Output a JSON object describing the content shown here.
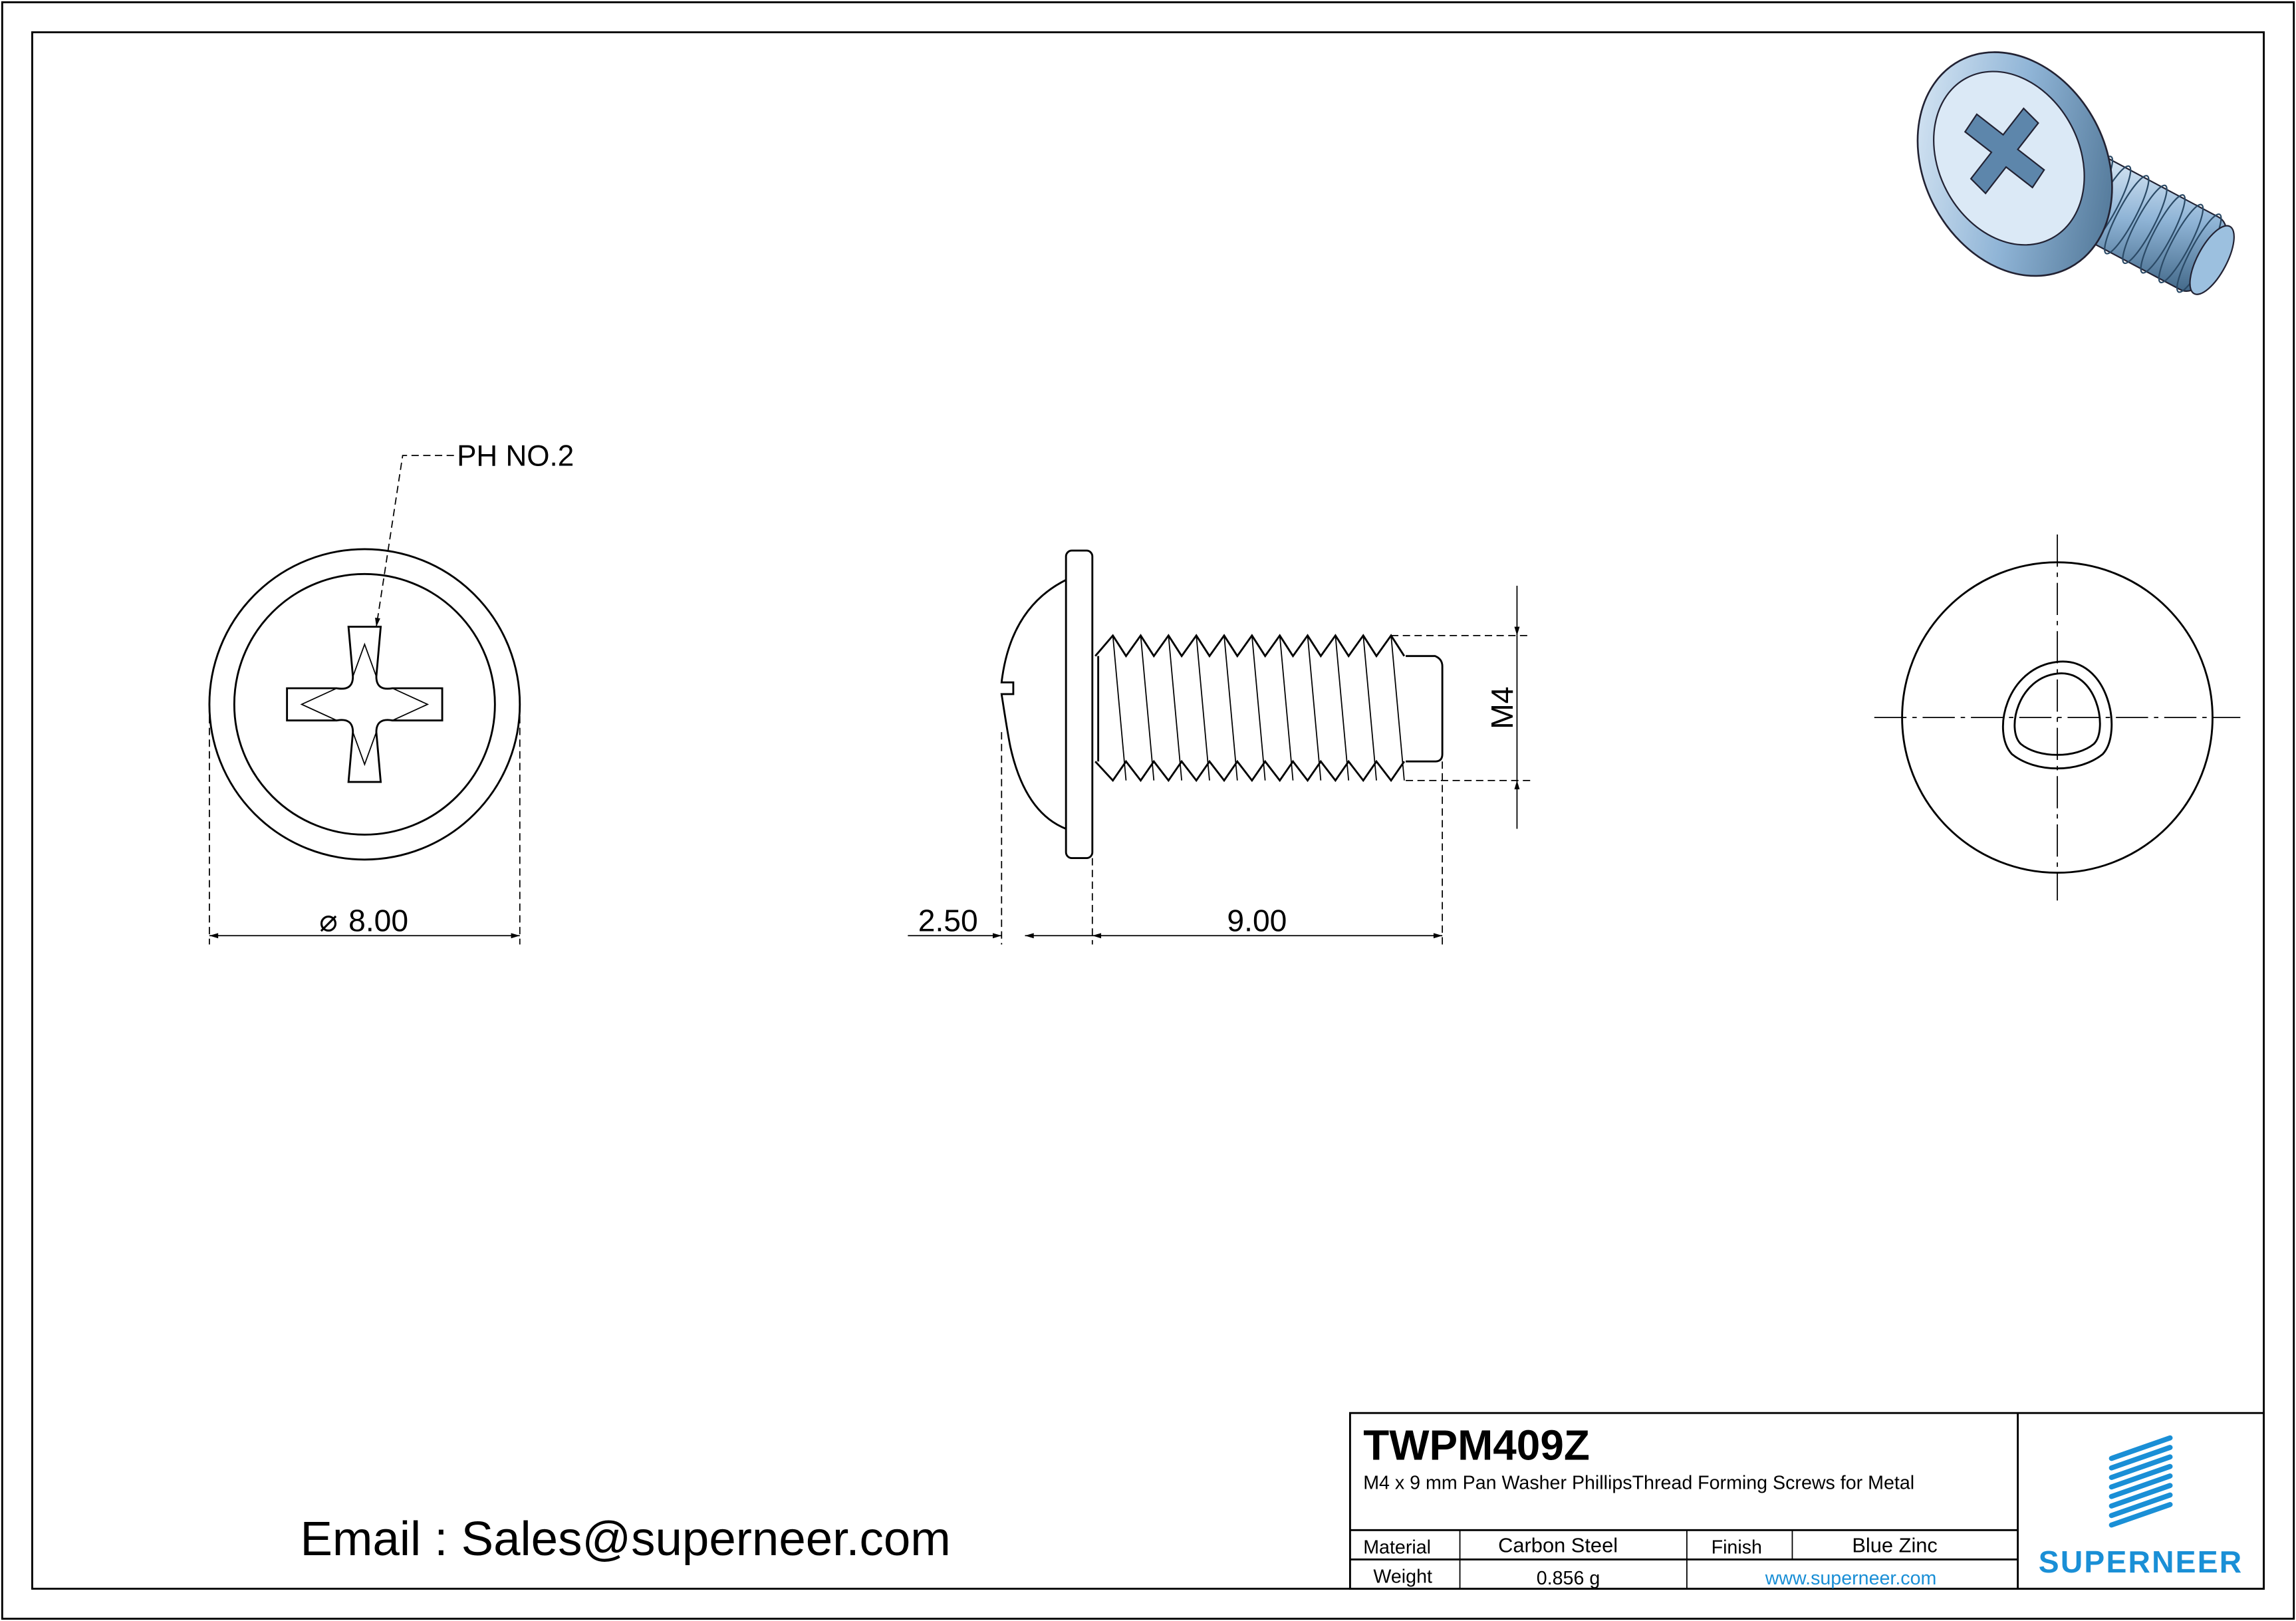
{
  "drawing": {
    "front_view": {
      "callout": "PH NO.2",
      "diameter_symbol": "⌀",
      "diameter": "8.00"
    },
    "side_view": {
      "head_height": "2.50",
      "length": "9.00",
      "thread": "M4"
    },
    "email": "Email : Sales@superneer.com"
  },
  "title_block": {
    "part_number": "TWPM409Z",
    "description": "M4 x 9 mm Pan Washer PhillipsThread Forming Screws for Metal",
    "material_label": "Material",
    "material": "Carbon Steel",
    "finish_label": "Finish",
    "finish": "Blue Zinc",
    "weight_label": "Weight",
    "weight": "0.856 g",
    "website": "www.superneer.com",
    "logo_text": "SUPERNEER"
  },
  "colors": {
    "brand_blue": "#1a8fd6",
    "line": "#000000"
  }
}
